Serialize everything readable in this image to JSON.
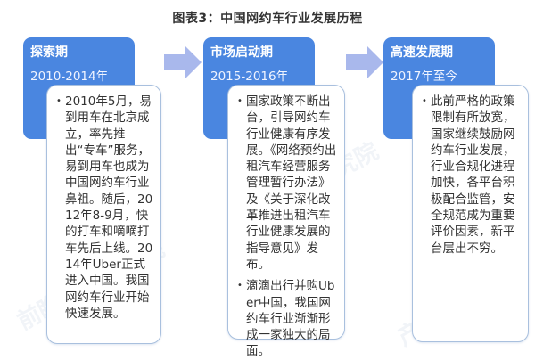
{
  "title": "图表3：中国网约车行业发展历程",
  "colors": {
    "header_blue": "#4a86e0",
    "arrow": "#a9b8ec",
    "content_border": "#a9c0de",
    "text": "#333333"
  },
  "phases": [
    {
      "name": "探索期",
      "years": "2010-2014年",
      "bullets": [
        "2010年5月，易到用车在北京成立，率先推出“专车”服务，易到用车也成为中国网约车行业鼻祖。随后，2012年8-9月，快的打车和嘀嘀打车先后上线。2014年Uber正式进入中国。我国网约车行业开始快速发展。"
      ]
    },
    {
      "name": "市场启动期",
      "years": "2015-2016年",
      "bullets": [
        "国家政策不断出台，引导网约车行业健康有序发展。《网络预约出租汽车经营服务管理暂行办法》及《关于深化改革推进出租汽车行业健康发展的指导意见》发布。",
        "滴滴出行并购Uber中国，我国网约车行业渐渐形成一家独大的局面。"
      ]
    },
    {
      "name": "高速发展期",
      "years": "2017年至今",
      "bullets": [
        "此前严格的政策限制有所放宽，国家继续鼓励网约车行业发展，行业合规化进程加快，各平台积极配合监管，安全规范成为重要评价因素，新平台层出不穷。"
      ]
    }
  ],
  "icons": {
    "arrow": "right-arrow",
    "bullet": "•"
  }
}
